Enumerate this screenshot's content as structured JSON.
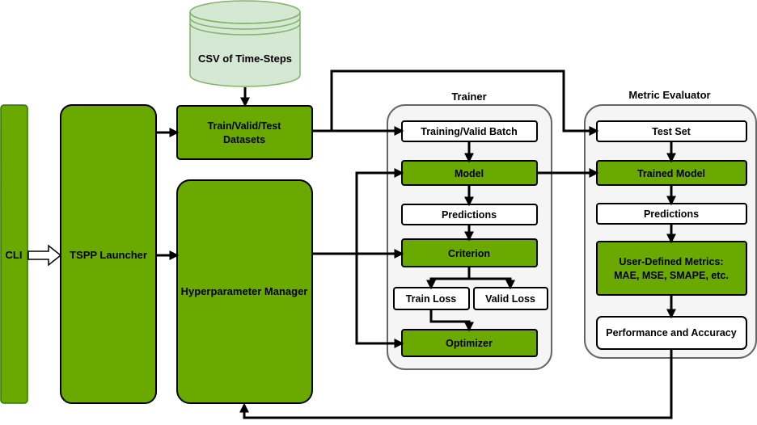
{
  "nodes": {
    "cli": "CLI",
    "launcher": "TSPP Launcher",
    "csv": "CSV of Time-Steps",
    "datasets_line1": "Train/Valid/Test",
    "datasets_line2": "Datasets",
    "hyper": "Hyperparameter Manager",
    "trainer": {
      "title": "Trainer",
      "batch": "Training/Valid Batch",
      "model": "Model",
      "predictions": "Predictions",
      "criterion": "Criterion",
      "train_loss": "Train Loss",
      "valid_loss": "Valid Loss",
      "optimizer": "Optimizer"
    },
    "evaluator": {
      "title": "Metric Evaluator",
      "test_set": "Test Set",
      "trained_model": "Trained Model",
      "predictions": "Predictions",
      "metrics_line1": "User-Defined Metrics:",
      "metrics_line2": "MAE, MSE, SMAPE, etc.",
      "performance": "Performance and Accuracy"
    }
  },
  "colors": {
    "green_fill": "#6aa900",
    "green_stroke": "#2d7600",
    "csv_fill": "#d5e8d4",
    "csv_stroke": "#82b366",
    "group_fill": "#f5f5f5",
    "group_stroke": "#666666"
  }
}
